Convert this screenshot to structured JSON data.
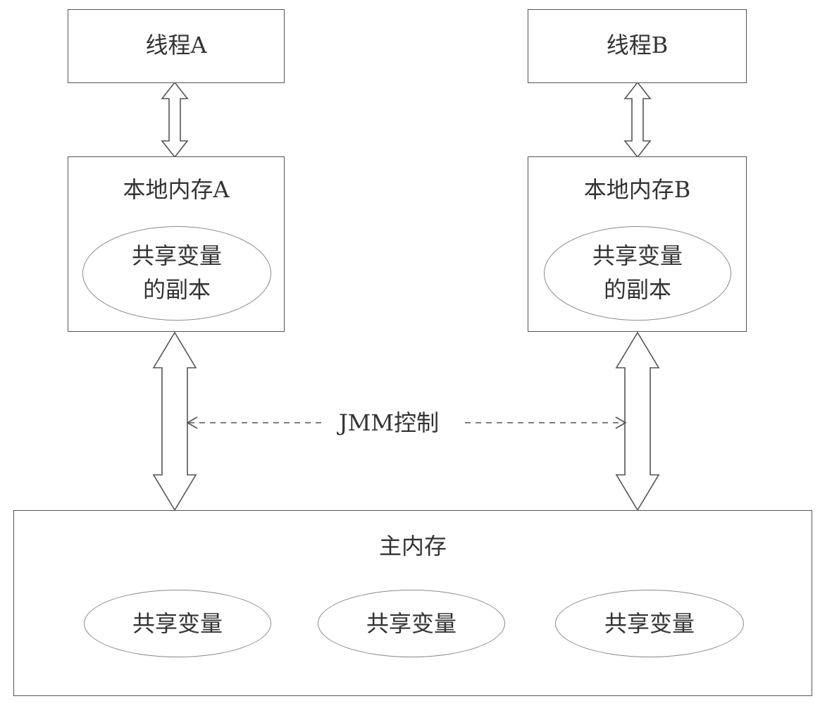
{
  "thread_a": {
    "label": "线程A"
  },
  "thread_b": {
    "label": "线程B"
  },
  "local_memory_a": {
    "label": "本地内存A",
    "copy_line1": "共享变量",
    "copy_line2": "的副本"
  },
  "local_memory_b": {
    "label": "本地内存B",
    "copy_line1": "共享变量",
    "copy_line2": "的副本"
  },
  "jmm_control": {
    "label": "JMM控制"
  },
  "main_memory": {
    "label": "主内存",
    "shared_variables": [
      "共享变量",
      "共享变量",
      "共享变量"
    ]
  }
}
